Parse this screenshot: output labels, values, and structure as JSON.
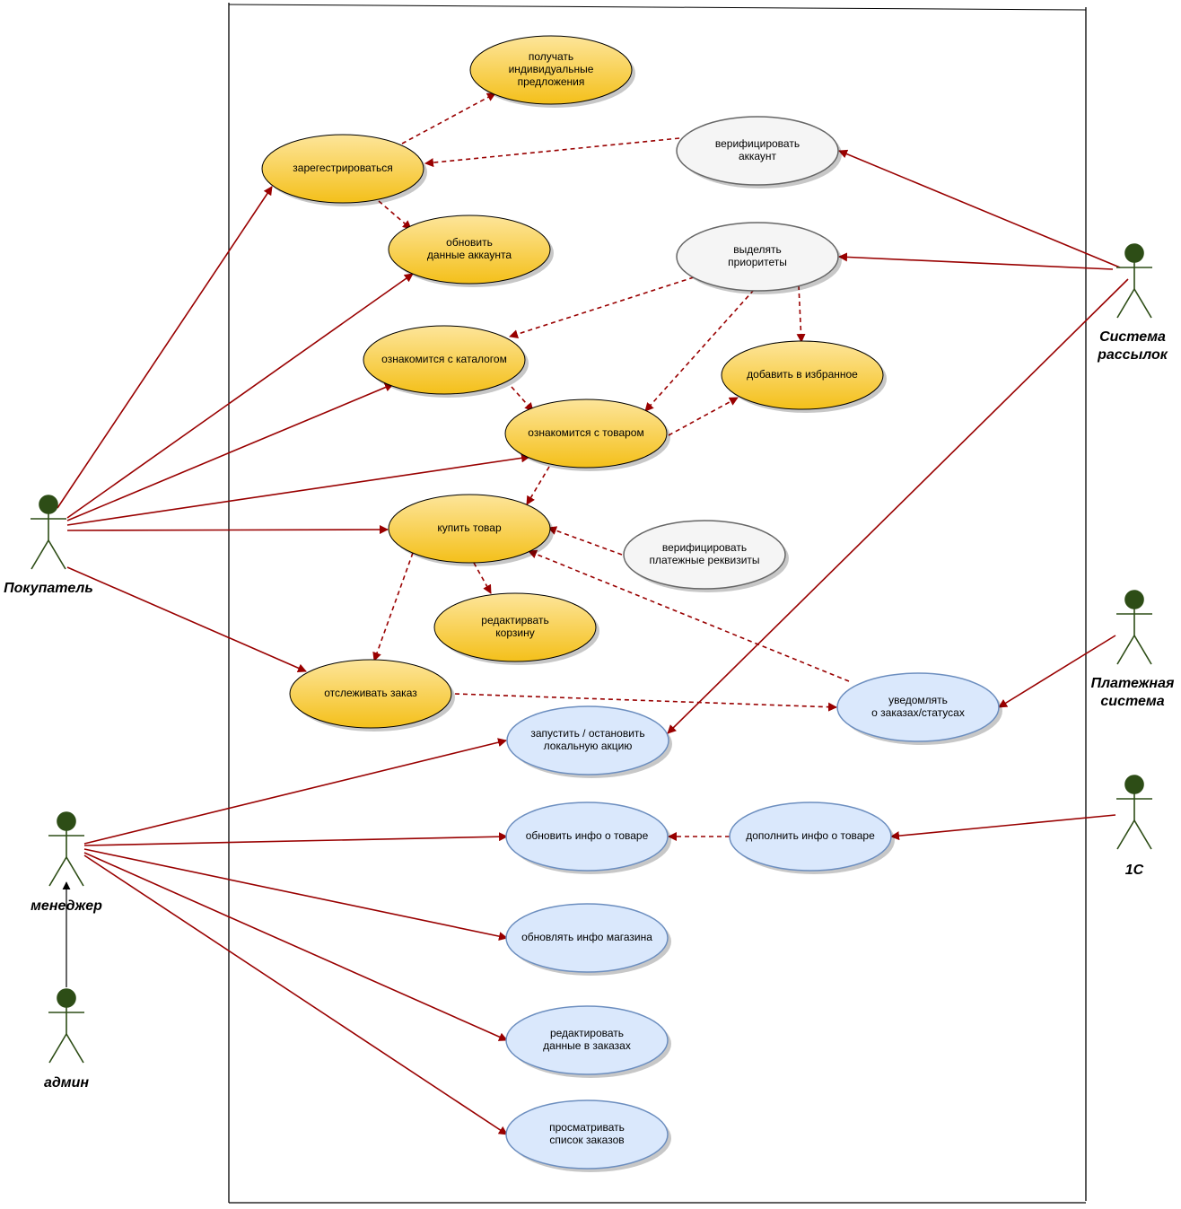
{
  "colors": {
    "yellow_top": "#fde59a",
    "yellow_bottom": "#f4c01a",
    "yellow_stroke": "#000000",
    "gray_fill": "#f5f5f5",
    "gray_stroke": "#666666",
    "blue_fill": "#dae8fc",
    "blue_stroke": "#6c8ebf",
    "edge": "#990000",
    "actor_fill": "#2d4d16",
    "actor_stroke": "#2d4d16"
  },
  "actors": [
    {
      "id": "buyer",
      "label_lines": [
        "Покупатель"
      ]
    },
    {
      "id": "mailing",
      "label_lines": [
        "Система",
        "рассылок"
      ]
    },
    {
      "id": "payment",
      "label_lines": [
        "Платежная",
        "система"
      ]
    },
    {
      "id": "onec",
      "label_lines": [
        "1С"
      ]
    },
    {
      "id": "manager",
      "label_lines": [
        "менеджер"
      ]
    },
    {
      "id": "admin",
      "label_lines": [
        "админ"
      ]
    }
  ],
  "use_cases": [
    {
      "id": "uc_offers",
      "style": "yellow",
      "lines": [
        "получать",
        "индивидуальные",
        "предложения"
      ]
    },
    {
      "id": "uc_register",
      "style": "yellow",
      "lines": [
        "зарегестрироваться"
      ]
    },
    {
      "id": "uc_verify_account",
      "style": "gray",
      "lines": [
        "верифицировать",
        "аккаунт"
      ]
    },
    {
      "id": "uc_update_account",
      "style": "yellow",
      "lines": [
        "обновить",
        "данные аккаунта"
      ]
    },
    {
      "id": "uc_priorities",
      "style": "gray",
      "lines": [
        "выделять",
        "приоритеты"
      ]
    },
    {
      "id": "uc_catalog",
      "style": "yellow",
      "lines": [
        "ознакомится с каталогом"
      ]
    },
    {
      "id": "uc_favorites",
      "style": "yellow",
      "lines": [
        "добавить в избранное"
      ]
    },
    {
      "id": "uc_product",
      "style": "yellow",
      "lines": [
        "ознакомится с товаром"
      ]
    },
    {
      "id": "uc_buy",
      "style": "yellow",
      "lines": [
        "купить товар"
      ]
    },
    {
      "id": "uc_verify_payment",
      "style": "gray",
      "lines": [
        "верифицировать",
        "платежные реквизиты"
      ]
    },
    {
      "id": "uc_edit_cart",
      "style": "yellow",
      "lines": [
        "редактирвать",
        "корзину"
      ]
    },
    {
      "id": "uc_track",
      "style": "yellow",
      "lines": [
        "отслеживать заказ"
      ]
    },
    {
      "id": "uc_notify",
      "style": "blue",
      "lines": [
        "уведомлять",
        "о заказах/статусах"
      ]
    },
    {
      "id": "uc_promo",
      "style": "blue",
      "lines": [
        "запустить / остановить",
        "локальную акцию"
      ]
    },
    {
      "id": "uc_update_product",
      "style": "blue",
      "lines": [
        "обновить инфо о товаре"
      ]
    },
    {
      "id": "uc_supplement_product",
      "style": "blue",
      "lines": [
        "дополнить инфо о товаре"
      ]
    },
    {
      "id": "uc_update_store",
      "style": "blue",
      "lines": [
        "обновлять инфо магазина"
      ]
    },
    {
      "id": "uc_edit_orders",
      "style": "blue",
      "lines": [
        "редактировать",
        "данные в заказах"
      ]
    },
    {
      "id": "uc_view_orders",
      "style": "blue",
      "lines": [
        "просматривать",
        "список заказов"
      ]
    }
  ],
  "associations": [
    {
      "from": "buyer",
      "to": "uc_register"
    },
    {
      "from": "buyer",
      "to": "uc_update_account"
    },
    {
      "from": "buyer",
      "to": "uc_catalog"
    },
    {
      "from": "buyer",
      "to": "uc_product"
    },
    {
      "from": "buyer",
      "to": "uc_buy"
    },
    {
      "from": "buyer",
      "to": "uc_track"
    },
    {
      "from": "mailing",
      "to": "uc_verify_account"
    },
    {
      "from": "mailing",
      "to": "uc_priorities"
    },
    {
      "from": "mailing",
      "to": "uc_promo"
    },
    {
      "from": "payment",
      "to": "uc_notify"
    },
    {
      "from": "onec",
      "to": "uc_supplement_product"
    },
    {
      "from": "manager",
      "to": "uc_promo"
    },
    {
      "from": "manager",
      "to": "uc_update_product"
    },
    {
      "from": "manager",
      "to": "uc_update_store"
    },
    {
      "from": "manager",
      "to": "uc_edit_orders"
    },
    {
      "from": "manager",
      "to": "uc_view_orders"
    }
  ],
  "dependencies": [
    {
      "from": "uc_register",
      "to": "uc_offers"
    },
    {
      "from": "uc_verify_account",
      "to": "uc_register"
    },
    {
      "from": "uc_register",
      "to": "uc_update_account"
    },
    {
      "from": "uc_priorities",
      "to": "uc_catalog"
    },
    {
      "from": "uc_priorities",
      "to": "uc_product"
    },
    {
      "from": "uc_priorities",
      "to": "uc_favorites"
    },
    {
      "from": "uc_catalog",
      "to": "uc_product"
    },
    {
      "from": "uc_product",
      "to": "uc_favorites"
    },
    {
      "from": "uc_product",
      "to": "uc_buy"
    },
    {
      "from": "uc_verify_payment",
      "to": "uc_buy"
    },
    {
      "from": "uc_buy",
      "to": "uc_edit_cart"
    },
    {
      "from": "uc_buy",
      "to": "uc_track"
    },
    {
      "from": "uc_notify",
      "to": "uc_buy"
    },
    {
      "from": "uc_track",
      "to": "uc_notify"
    },
    {
      "from": "uc_supplement_product",
      "to": "uc_update_product"
    }
  ],
  "generalizations": [
    {
      "from": "admin",
      "to": "manager"
    }
  ]
}
